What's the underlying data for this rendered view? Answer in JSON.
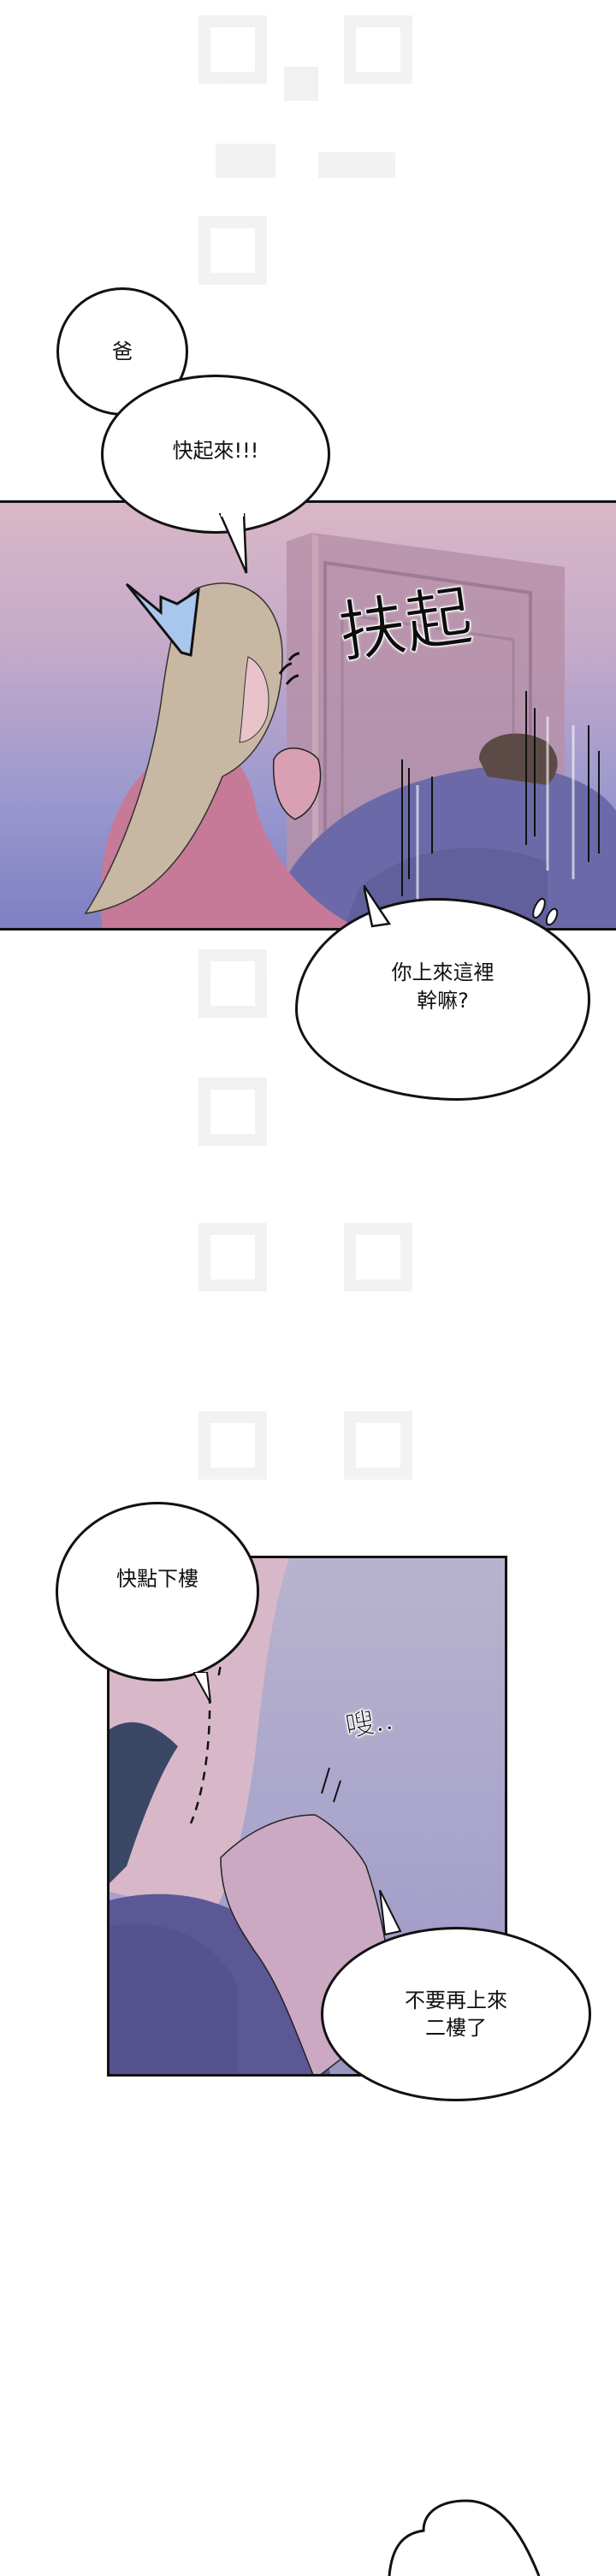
{
  "page": {
    "type": "webtoon-strip",
    "background": "#ffffff"
  },
  "panels": [
    {
      "id": "panel-1",
      "scene": "woman with long blonde hair in pink top lifting a slumped man in front of a door",
      "colors": {
        "top": "#d9b7c6",
        "middle": "#c4a9c9",
        "bottom": "#7f7fc2",
        "hair": "#c9b8a4",
        "top_clothing": "#c77895",
        "man_clothing": "#6d6aa8",
        "door": "#b18ea6"
      },
      "sfx": [
        {
          "text": "扶起",
          "meaning": "lift-up"
        },
        {
          "text": "",
          "meaning": "surprise-crown-mark"
        },
        {
          "text": "",
          "meaning": "sweat-marks"
        }
      ]
    },
    {
      "id": "panel-2",
      "scene": "close-up of hand gripping man's shoulder",
      "colors": {
        "background": "#aaa6cc",
        "clothing": "#5a5694",
        "skin": "#c7a8c0",
        "hair": "#3a4a66"
      },
      "sfx": [
        {
          "text": "嗖..",
          "meaning": "murmur"
        }
      ]
    }
  ],
  "bubbles": [
    {
      "id": "bubble-dad",
      "text": "爸"
    },
    {
      "id": "bubble-get-up",
      "text": "快起來!!!"
    },
    {
      "id": "bubble-why-here",
      "text": "你上來這裡\n幹嘛?"
    },
    {
      "id": "bubble-go-down",
      "text": "快點下樓"
    },
    {
      "id": "bubble-dont-come",
      "text": "不要再上來\n二樓了"
    },
    {
      "id": "bubble-partial",
      "text": ""
    }
  ]
}
